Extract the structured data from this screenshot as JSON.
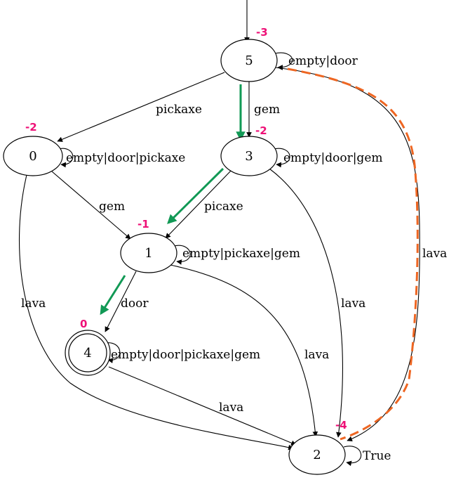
{
  "colors": {
    "reward": "#ee1177",
    "green_path": "#119955",
    "orange_path": "#ee6622",
    "stroke": "#000000"
  },
  "nodes": {
    "n5": {
      "label": "5",
      "reward": "-3"
    },
    "n0": {
      "label": "0",
      "reward": "-2"
    },
    "n3": {
      "label": "3",
      "reward": "-2"
    },
    "n1": {
      "label": "1",
      "reward": "-1"
    },
    "n4": {
      "label": "4",
      "reward": "0",
      "accepting": true
    },
    "n2": {
      "label": "2",
      "reward": "-4"
    }
  },
  "edges": {
    "e_5_self": "empty|door",
    "e_5_0": "pickaxe",
    "e_5_3": "gem",
    "e_5_2": "lava",
    "e_0_self": "empty|door|pickaxe",
    "e_0_1": "gem",
    "e_0_2": "lava",
    "e_3_self": "empty|door|gem",
    "e_3_1": "picaxe",
    "e_3_2": "lava",
    "e_1_self": "empty|pickaxe|gem",
    "e_1_4": "door",
    "e_1_2": "lava",
    "e_4_self": "empty|door|pickaxe|gem",
    "e_4_2": "lava",
    "e_2_self": "True"
  }
}
